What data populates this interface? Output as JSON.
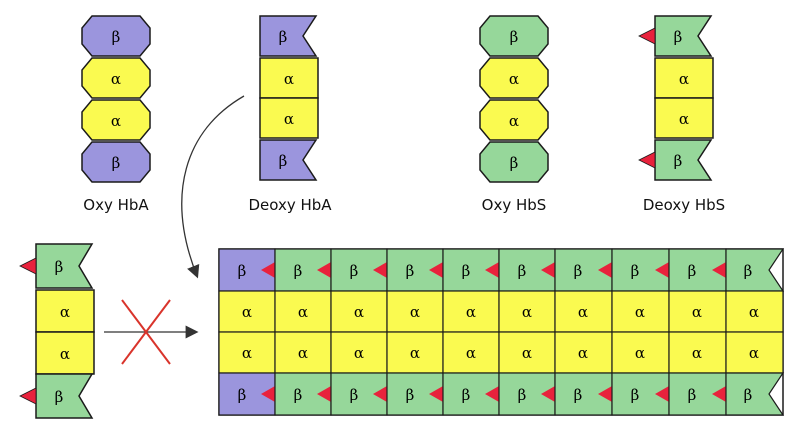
{
  "labels": {
    "beta": "β",
    "alpha": "α"
  },
  "captions": {
    "oxy_hba": "Oxy HbA",
    "deoxy_hba": "Deoxy HbA",
    "oxy_hbs": "Oxy HbS",
    "deoxy_hbs": "Deoxy HbS"
  },
  "colors": {
    "hba_beta": "#9b95dd",
    "hbs_beta": "#96d79a",
    "alpha": "#fafa50",
    "sticky_patch": "#e8223c",
    "outline": "#1a1a1a",
    "arrow": "#333333",
    "blocked_cross": "#d9342b"
  },
  "fiber": {
    "columns": 10,
    "first_column": "HbA",
    "other_columns": "HbS"
  }
}
